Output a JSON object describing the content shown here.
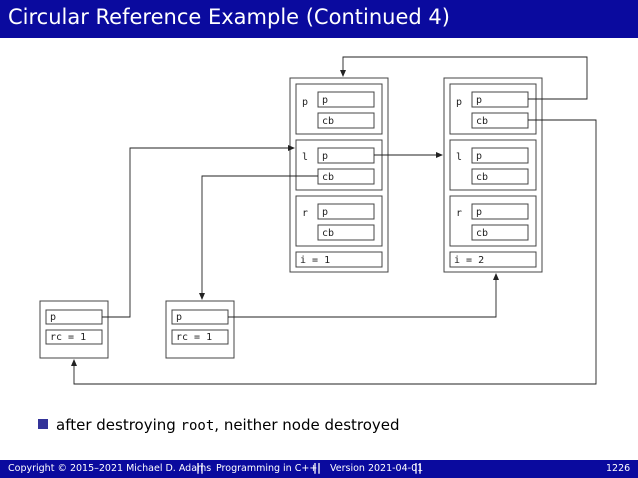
{
  "slide": {
    "title": "Circular Reference Example (Continued 4)"
  },
  "diagram": {
    "node_left": {
      "fields": [
        {
          "name": "p",
          "value": "p",
          "sub": "cb"
        },
        {
          "name": "l",
          "value": "p",
          "sub": "cb"
        },
        {
          "name": "r",
          "value": "p",
          "sub": "cb"
        }
      ],
      "counter": "i = 1"
    },
    "node_right": {
      "fields": [
        {
          "name": "p",
          "value": "p",
          "sub": "cb"
        },
        {
          "name": "l",
          "value": "p",
          "sub": "cb"
        },
        {
          "name": "r",
          "value": "p",
          "sub": "cb"
        }
      ],
      "counter": "i = 2"
    },
    "control_block_1": {
      "value": "p",
      "refcount": "rc = 1"
    },
    "control_block_2": {
      "value": "p",
      "refcount": "rc = 1"
    }
  },
  "bullet": {
    "before": "after destroying ",
    "code": "root",
    "after": ", neither node destroyed"
  },
  "footer": {
    "copyright": "Copyright © 2015–2021 Michael D. Adams",
    "course": "Programming in C++",
    "version": "Version 2021-04-01",
    "page": "1226"
  },
  "colors": {
    "bar": "#0a0a9e",
    "bullet": "#333399"
  }
}
